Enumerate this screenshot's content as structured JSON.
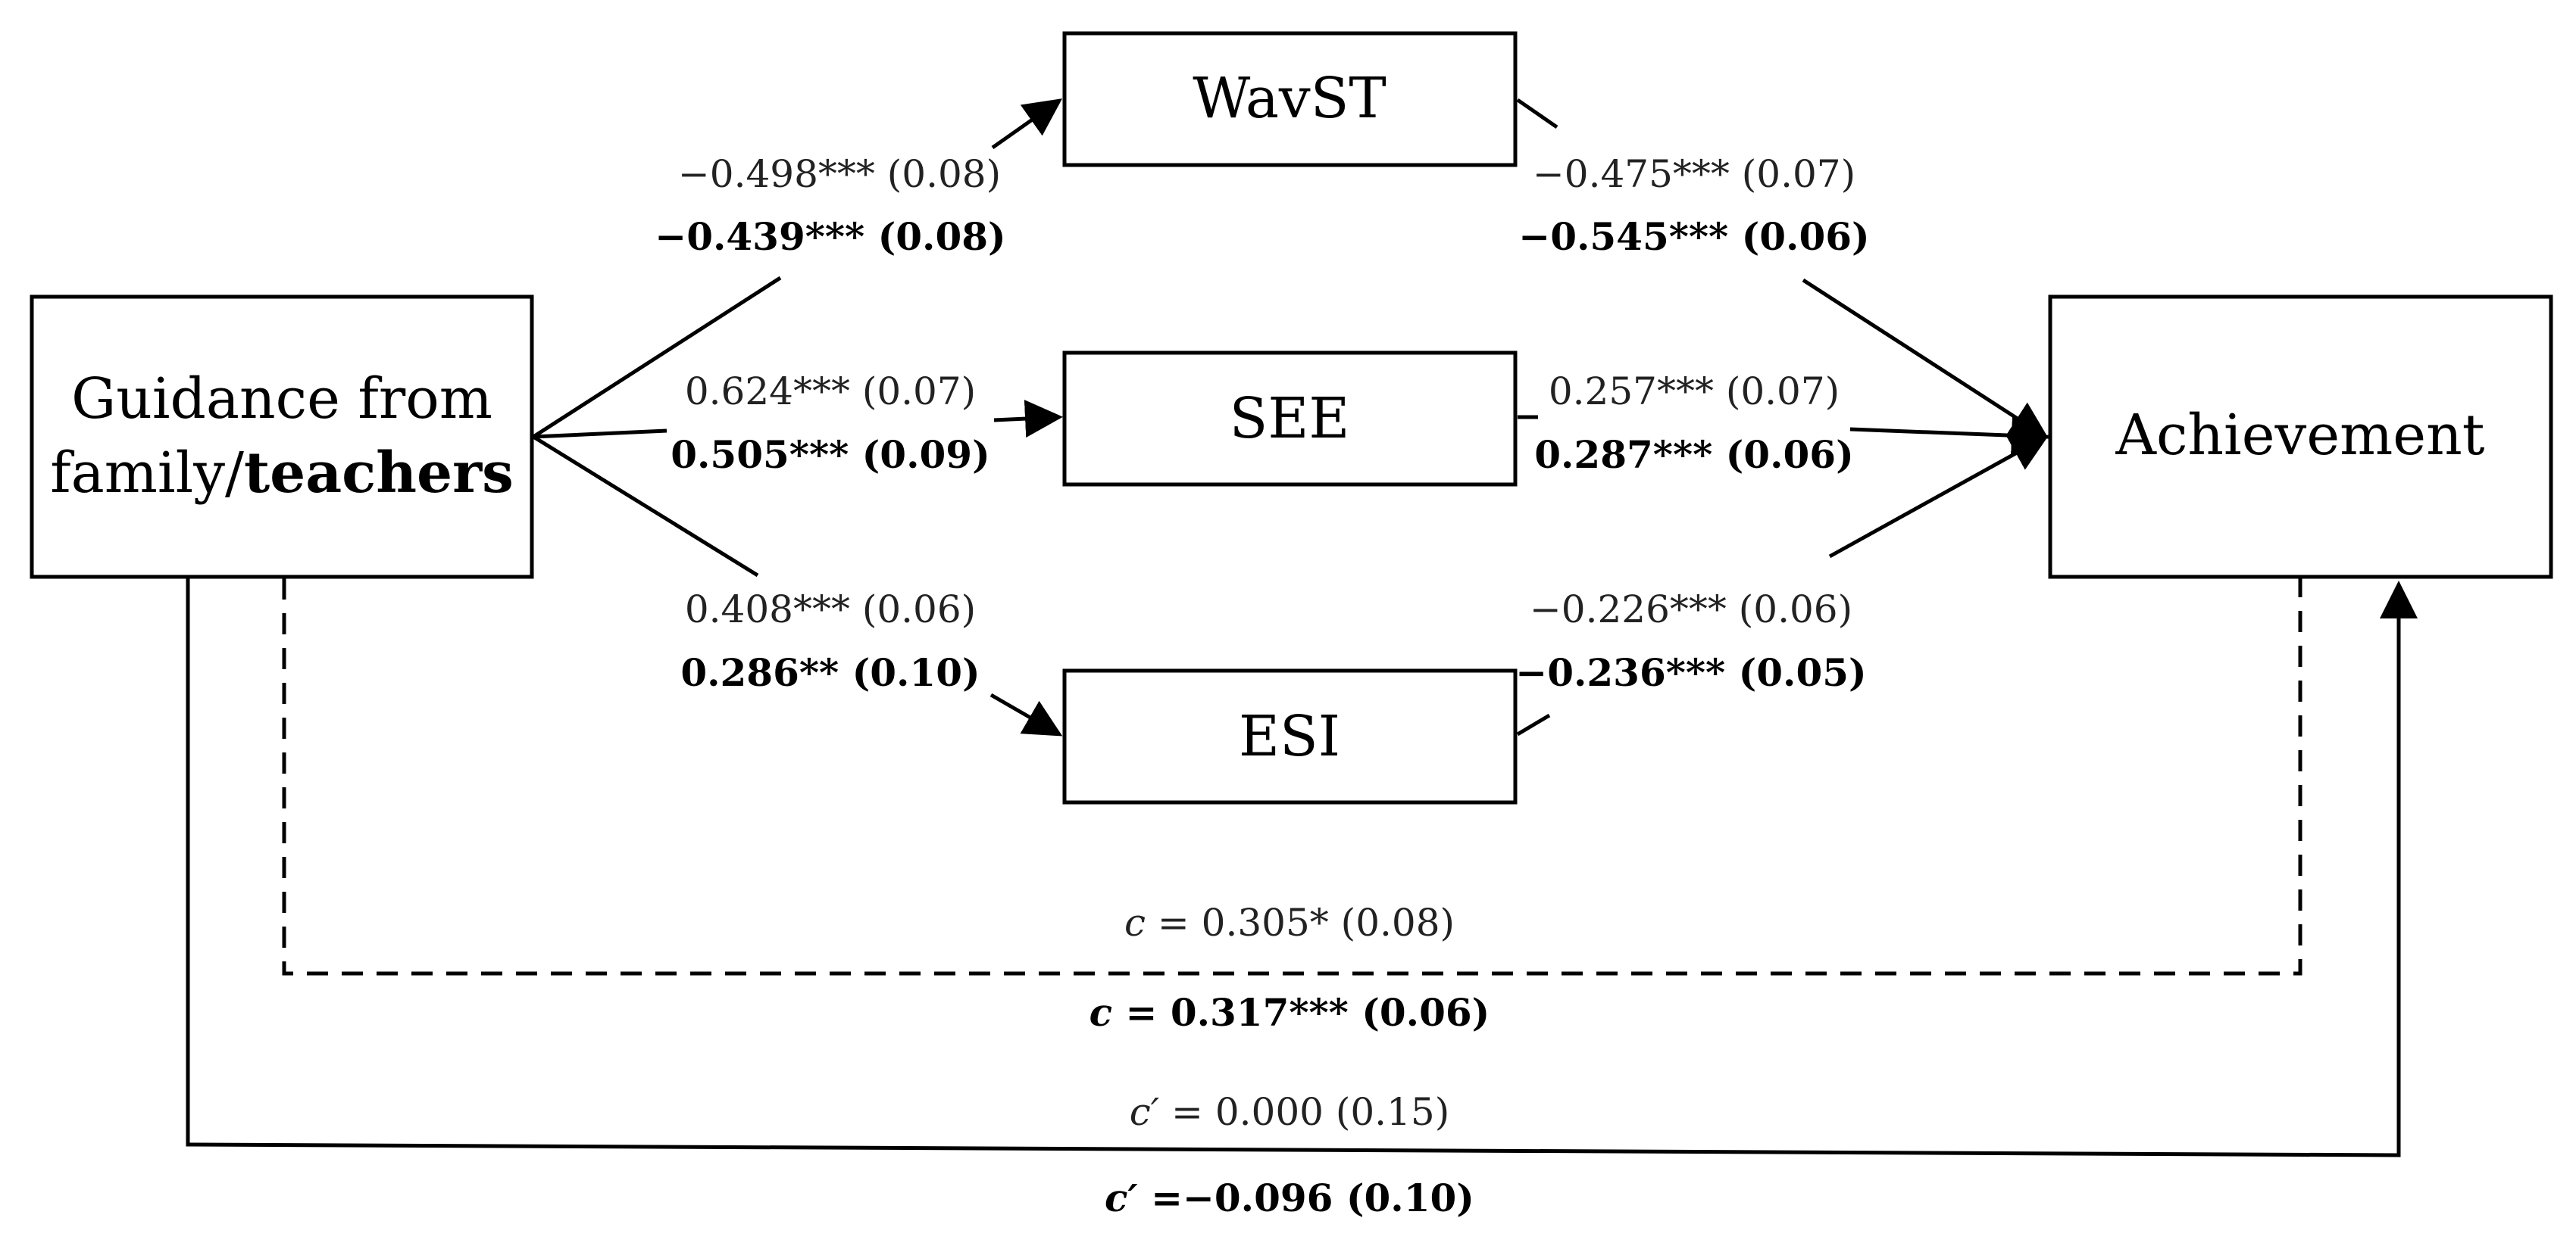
{
  "nodes": {
    "predictor": {
      "line1": "Guidance  from",
      "line2_normal": "family/",
      "line2_bold": "teachers"
    },
    "wavst": "WavST",
    "see": "SEE",
    "esi": "ESI",
    "outcome": "Achievement"
  },
  "paths": {
    "a_wavst": {
      "normal": "−0.498*** (0.08)",
      "bold": "−0.439*** (0.08)"
    },
    "a_see": {
      "normal": "0.624*** (0.07)",
      "bold": "0.505*** (0.09)"
    },
    "a_esi": {
      "normal": "0.408*** (0.06)",
      "bold": "0.286** (0.10)"
    },
    "b_wavst": {
      "normal": "−0.475*** (0.07)",
      "bold": "−0.545*** (0.06)"
    },
    "b_see": {
      "normal": "0.257*** (0.07)",
      "bold": "0.287*** (0.06)"
    },
    "b_esi": {
      "normal": "−0.226*** (0.06)",
      "bold": "−0.236*** (0.05)"
    },
    "total": {
      "normal_sym": "c",
      "normal_val": " = 0.305* (0.08)",
      "bold_sym": "c",
      "bold_val": " = 0.317*** (0.06)"
    },
    "direct": {
      "normal_sym": "c′",
      "normal_val": " = 0.000 (0.15)",
      "bold_sym": "c′",
      "bold_val": " =−0.096 (0.10)"
    }
  }
}
